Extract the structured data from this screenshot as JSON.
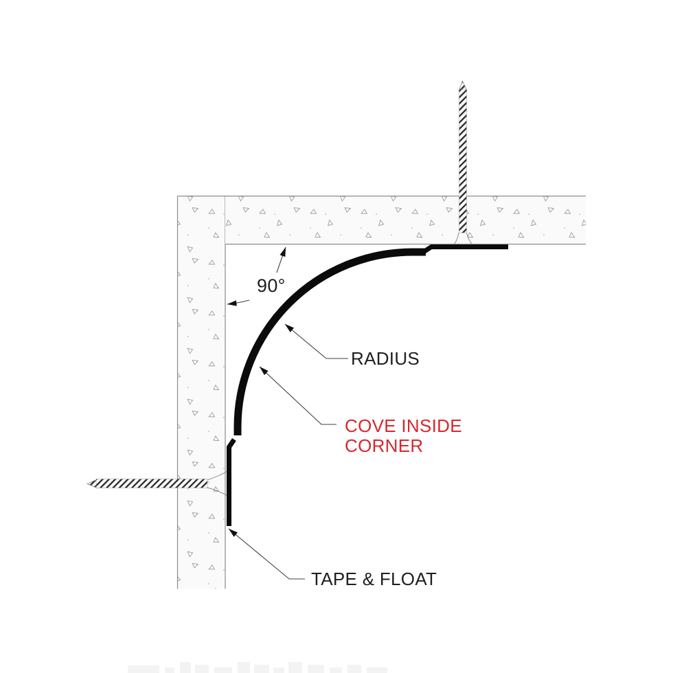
{
  "diagram": {
    "type": "architectural-detail",
    "subject": "cove-inside-corner",
    "labels": {
      "angle": "90°",
      "radius": "RADIUS",
      "cove_inside_corner_line1": "COVE INSIDE",
      "cove_inside_corner_line2": "CORNER",
      "tape_and_float": "TAPE & FLOAT"
    },
    "colors": {
      "highlight_red": "#d9262c",
      "text_black": "#1f1f1f",
      "line_gray": "#8c8c8c",
      "leader_gray": "#3f3f3f",
      "profile_black": "#0b0b0b",
      "panel_fill": "#fafafa",
      "stipple_gray": "#9a9a9a",
      "watermark_gray": "#f3f3f3"
    }
  }
}
